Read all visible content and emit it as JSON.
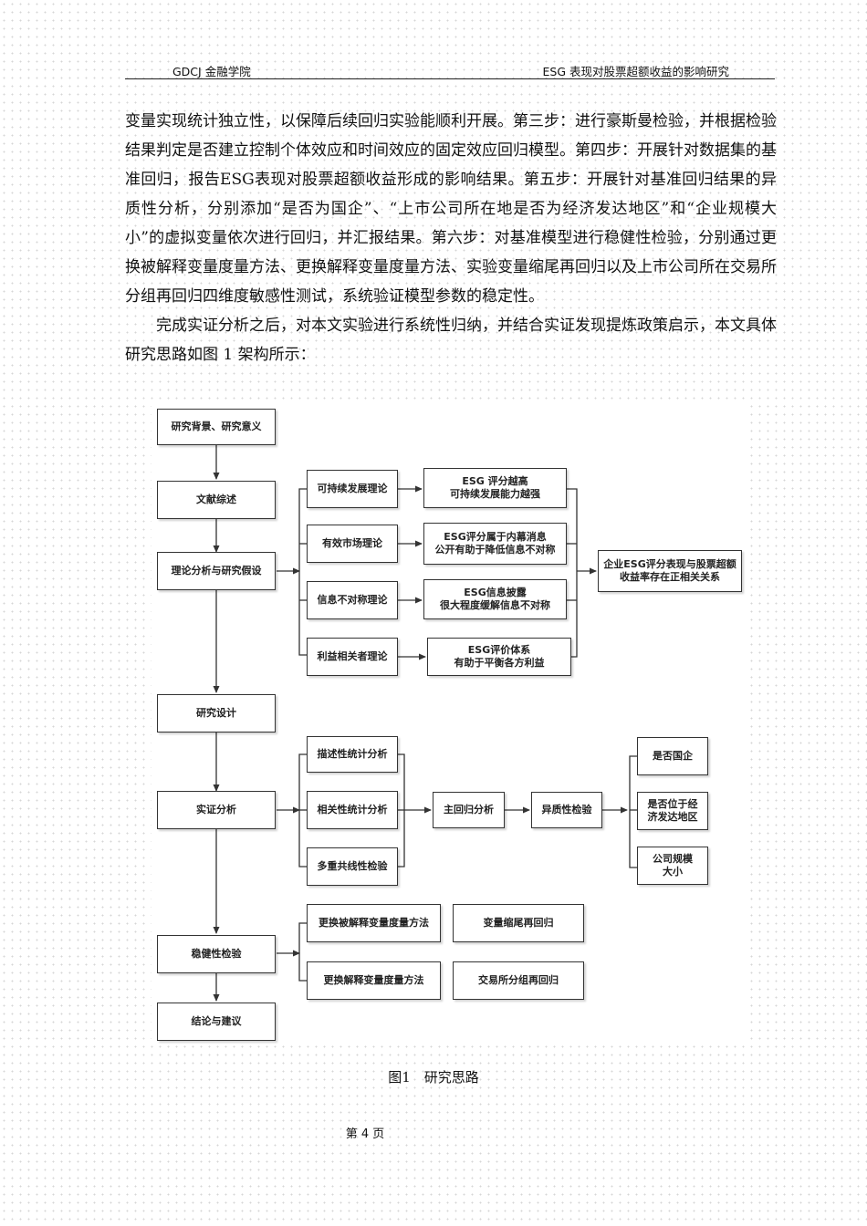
{
  "header": {
    "left": "GDCJ 金融学院",
    "right": "ESG 表现对股票超额收益的影响研究"
  },
  "body": {
    "para1": "变量实现统计独立性，以保障后续回归实验能顺利开展。第三步：进行豪斯曼检验，并根据检验结果判定是否建立控制个体效应和时间效应的固定效应回归模型。第四步：开展针对数据集的基准回归，报告ESG表现对股票超额收益形成的影响结果。第五步：开展针对基准回归结果的异质性分析，分别添加“是否为国企”、“上市公司所在地是否为经济发达地区”和“企业规模大小”的虚拟变量依次进行回归，并汇报结果。第六步：对基准模型进行稳健性检验，分别通过更换被解释变量度量方法、更换解释变量度量方法、实验变量缩尾再回归以及上市公司所在交易所分组再回归四维度敏感性测试，系统验证模型参数的稳定性。",
    "para2": "完成实证分析之后，对本文实验进行系统性归纳，并结合实证发现提炼政策启示，本文具体研究思路如图 1 架构所示："
  },
  "flowchart": {
    "main": {
      "background": "研究背景、研究意义",
      "literature": "文献综述",
      "theory": "理论分析与研究假设",
      "design": "研究设计",
      "empirical": "实证分析",
      "robustness": "稳健性检验",
      "conclusion": "结论与建议"
    },
    "theories": [
      {
        "name": "可持续发展理论",
        "result": "ESG 评分越高\n可持续发展能力越强"
      },
      {
        "name": "有效市场理论",
        "result": "ESG评分属于内幕消息\n公开有助于降低信息不对称"
      },
      {
        "name": "信息不对称理论",
        "result": "ESG信息披露\n很大程度缓解信息不对称"
      },
      {
        "name": "利益相关者理论",
        "result": "ESG评价体系\n有助于平衡各方利益"
      }
    ],
    "hypothesis": "企业ESG评分表现与股票超额收益率存在正相关关系",
    "stats": [
      "描述性统计分析",
      "相关性统计分析",
      "多重共线性检验"
    ],
    "regression": "主回归分析",
    "heterogeneity": "异质性检验",
    "hetero_items": [
      "是否国企",
      "是否位于经\n济发达地区",
      "公司规模\n大小"
    ],
    "robust_items": [
      "更换被解释变量度量方法",
      "变量缩尾再回归",
      "更换解释变量度量方法",
      "交易所分组再回归"
    ]
  },
  "caption": "图1　研究思路",
  "page_number": "第 4 页"
}
